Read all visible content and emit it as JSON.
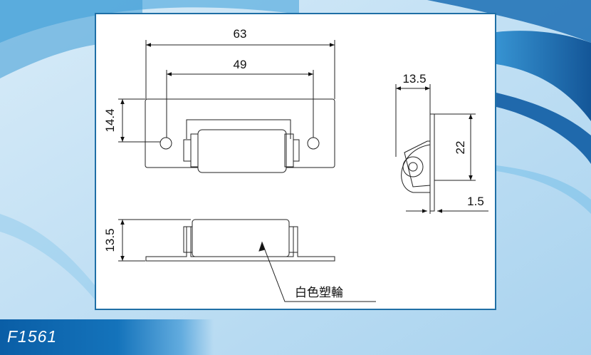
{
  "dimensions": {
    "overall_length": "63",
    "hole_spacing": "49",
    "plate_height": "14.4",
    "side_depth": "13.5",
    "side_height": "22",
    "plate_thickness": "1.5",
    "front_height": "13.5"
  },
  "annotation": {
    "material_note": "白色塑輪"
  },
  "model_code": "F1561",
  "colors": {
    "frame_border": "#1f6fa6",
    "model_bar": "#0a5ea6",
    "line": "#222222"
  }
}
